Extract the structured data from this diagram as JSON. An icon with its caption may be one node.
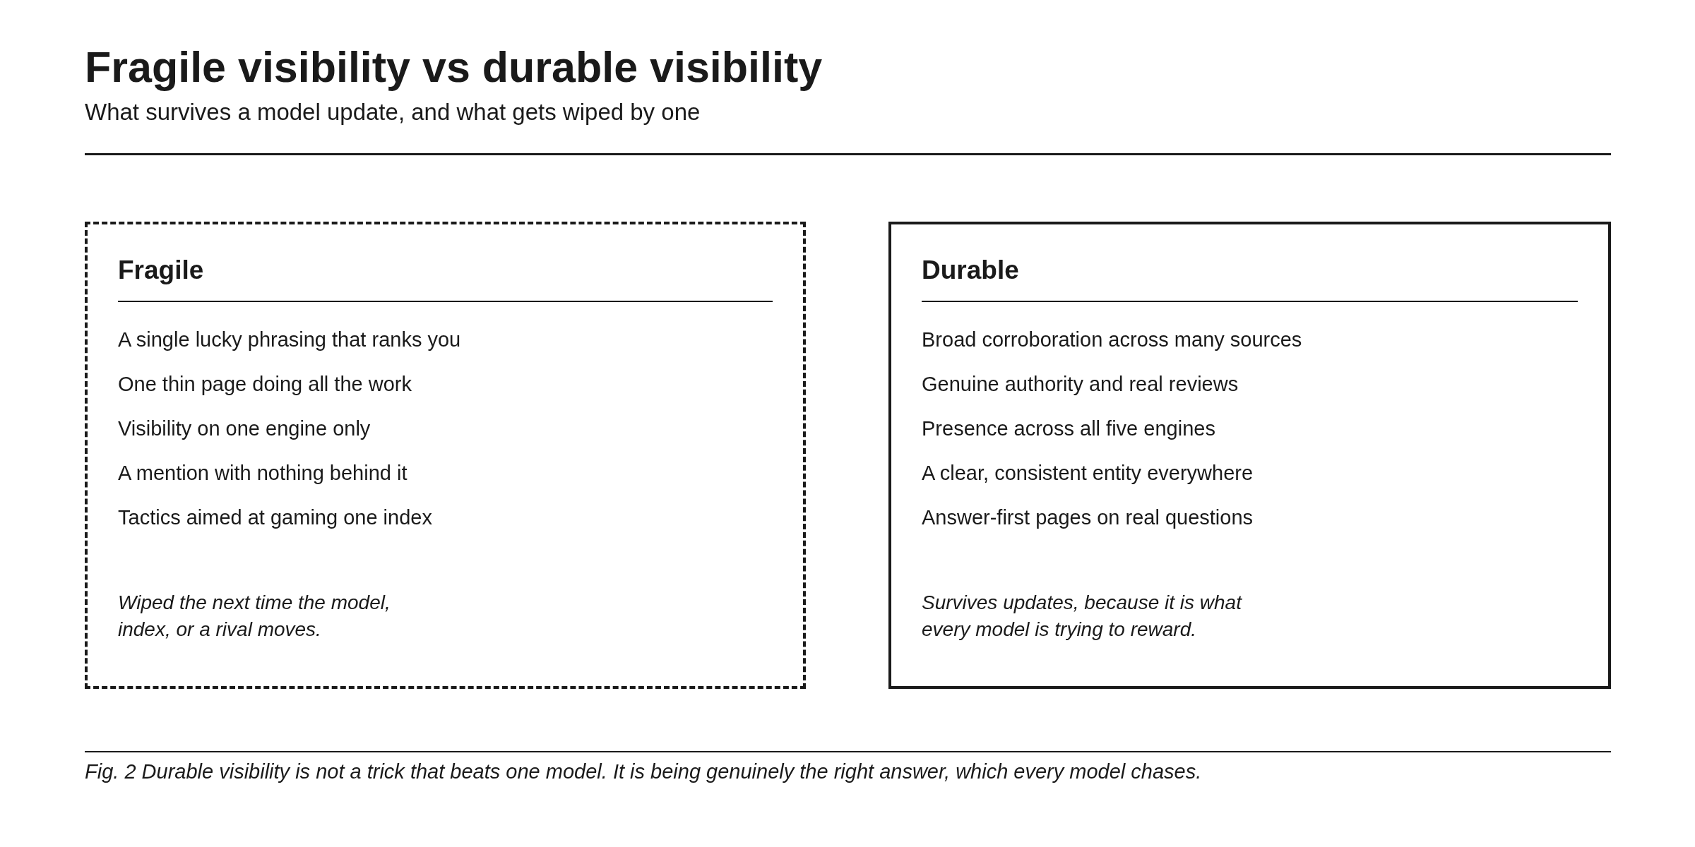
{
  "diagram": {
    "title": "Fragile visibility vs durable visibility",
    "labels": [
      "What survives a model update, and what gets wiped by one"
    ],
    "nodes": [
      {
        "text": [
          "Fragile",
          "A single lucky phrasing that ranks you",
          "One thin page doing all the work",
          "Visibility on one engine only",
          "A mention with nothing behind it",
          "Tactics aimed at gaming one index",
          "Wiped the next time the model, index, or a rival moves."
        ]
      },
      {
        "text": [
          "Durable",
          "Broad corroboration across many sources",
          "Genuine authority and real reviews",
          "Presence across all five engines",
          "A clear, consistent entity everywhere",
          "Answer-first pages on real questions",
          "Survives updates, because it is what every model is trying to reward."
        ]
      }
    ],
    "caption": "Fig. 2 Durable visibility is not a trick that beats one model. It is being genuinely the right answer, which every model chases."
  }
}
